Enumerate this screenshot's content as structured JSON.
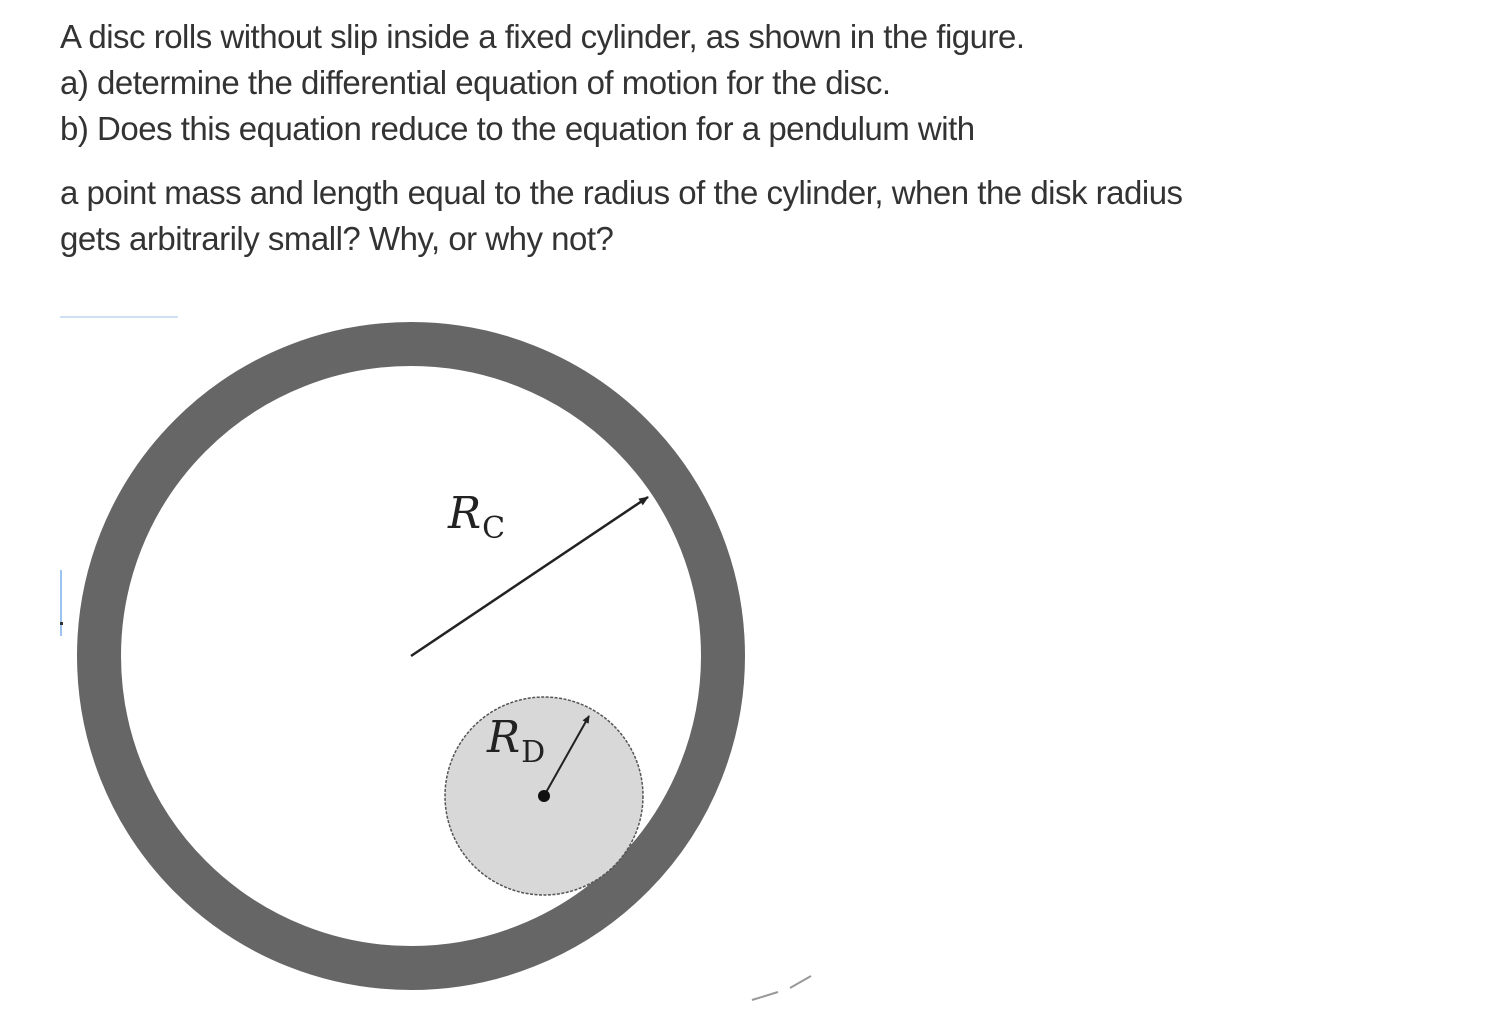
{
  "question": {
    "lines": [
      "A disc rolls without slip inside a fixed cylinder, as shown in the figure.",
      "a) determine the differential equation of motion for the disc.",
      "b) Does this equation reduce to the equation for a pendulum with"
    ],
    "continuation": [
      "a point mass and length equal to the radius of the cylinder, when the disk radius",
      "gets arbitrarily small? Why, or why not?"
    ]
  },
  "figure": {
    "cylinder_label": {
      "main": "R",
      "sub": "C"
    },
    "disc_label": {
      "main": "R",
      "sub": "D"
    },
    "colors": {
      "cylinder_wall": "#666666",
      "disc_fill": "#d8d8d8",
      "disc_outline": "#555555",
      "arrow": "#222222",
      "background": "#ffffff"
    }
  }
}
